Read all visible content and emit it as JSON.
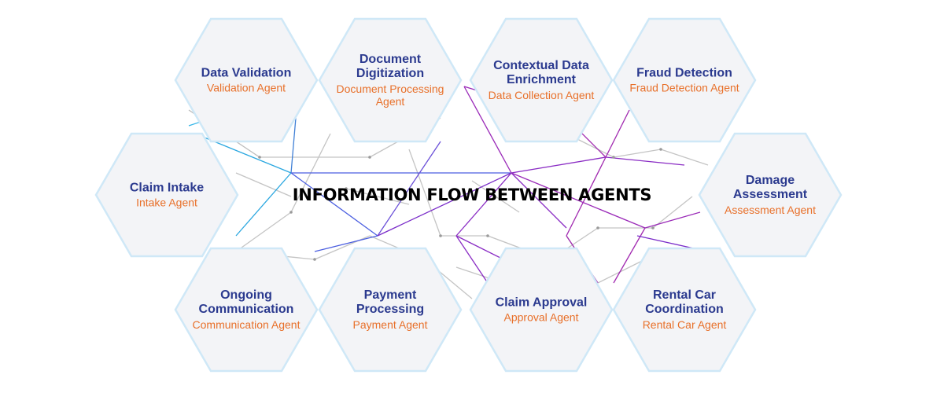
{
  "title": "INFORMATION FLOW BETWEEN AGENTS",
  "colors": {
    "title": "#2b3a8f",
    "subtitle": "#e8702a",
    "hex_fill": "#f3f4f7",
    "hex_border": "#cfe8f7"
  },
  "nodes": [
    {
      "id": "data-validation",
      "title": "Data Validation",
      "agent": "Validation Agent"
    },
    {
      "id": "document-digitization",
      "title": "Document Digitization",
      "agent": "Document Processing Agent"
    },
    {
      "id": "contextual-data-enrichment",
      "title": "Contextual Data Enrichment",
      "agent": "Data Collection Agent"
    },
    {
      "id": "fraud-detection",
      "title": "Fraud Detection",
      "agent": "Fraud Detection Agent"
    },
    {
      "id": "claim-intake",
      "title": "Claim Intake",
      "agent": "Intake Agent"
    },
    {
      "id": "damage-assessment",
      "title": "Damage Assessment",
      "agent": "Assessment Agent"
    },
    {
      "id": "ongoing-communication",
      "title": "Ongoing Communication",
      "agent": "Communication Agent"
    },
    {
      "id": "payment-processing",
      "title": "Payment Processing",
      "agent": "Payment Agent"
    },
    {
      "id": "claim-approval",
      "title": "Claim Approval",
      "agent": "Approval Agent"
    },
    {
      "id": "rental-car-coordination",
      "title": "Rental Car Coordination",
      "agent": "Rental Car Agent"
    }
  ]
}
